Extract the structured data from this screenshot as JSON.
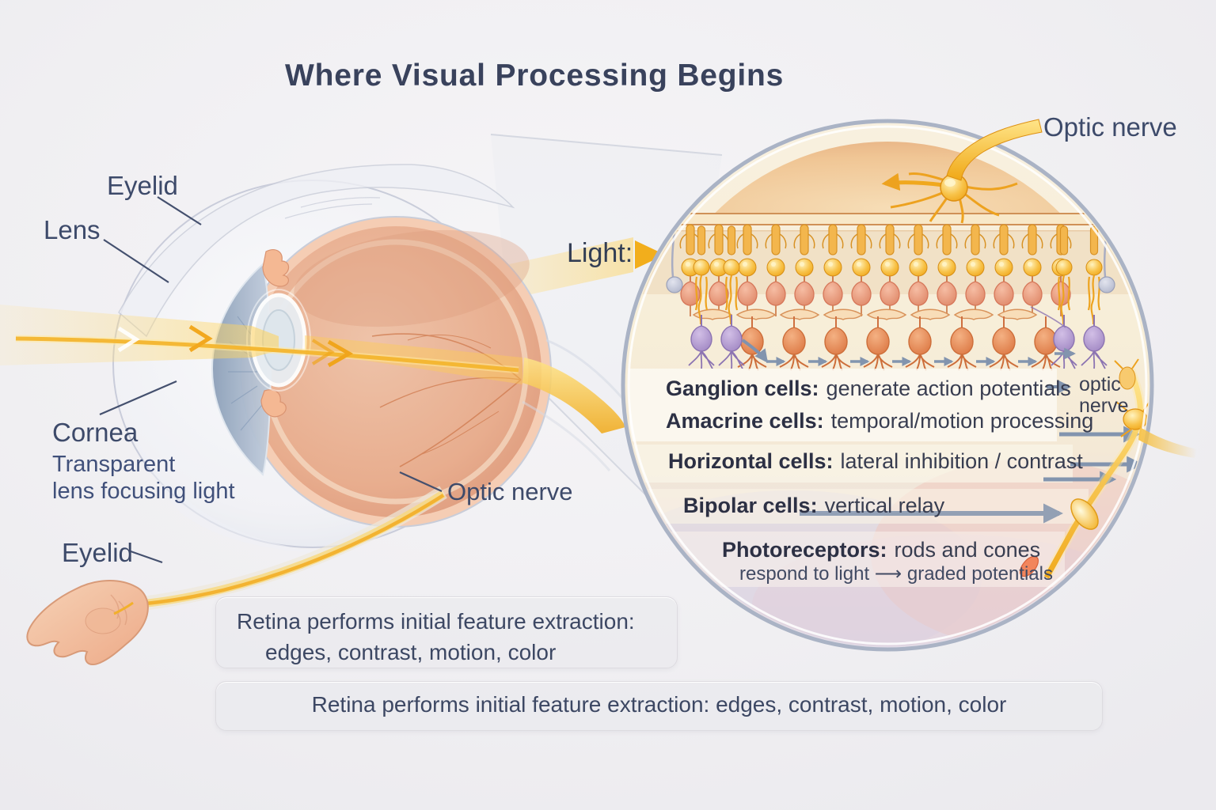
{
  "title": "Where Visual Processing Begins",
  "eye": {
    "labels": {
      "eyelid_top": "Eyelid",
      "lens": "Lens",
      "cornea": "Cornea",
      "cornea_caption_line1": "Transparent",
      "cornea_caption_line2": "lens focusing light",
      "eyelid_bottom": "Eyelid",
      "optic_nerve": "Optic nerve",
      "light": "Light:"
    }
  },
  "magnifier": {
    "optic_nerve_label": "Optic nerve",
    "inner_optic_nerve_line1": "optic",
    "inner_optic_nerve_line2": "nerve",
    "layers": [
      {
        "name": "Ganglion cells:",
        "description": "generate action potentials"
      },
      {
        "name": "Amacrine cells:",
        "description": "temporal/motion processing"
      },
      {
        "name": "Horizontal cells:",
        "description": "lateral inhibition / contrast"
      },
      {
        "name": "Bipolar cells:",
        "description": "vertical relay"
      },
      {
        "name": "Photoreceptors:",
        "description": "rods and cones"
      }
    ],
    "photoreceptor_note": "respond to light ⟶ graded potentials"
  },
  "callouts": {
    "box1_line1": "Retina performs initial feature extraction:",
    "box1_line2": "edges, contrast, motion, color",
    "box2": "Retina performs initial feature extraction: edges, contrast, motion, color"
  },
  "colors": {
    "label_navy": "#3d4a6a",
    "title_navy": "#39425c",
    "light_yellow": "#f2ae1c",
    "arrow_gray": "#8294ae",
    "circle_ring": "#aab3c5",
    "retina_salmon": "#e89b7c",
    "amacrine_purple": "#b19bd2"
  }
}
